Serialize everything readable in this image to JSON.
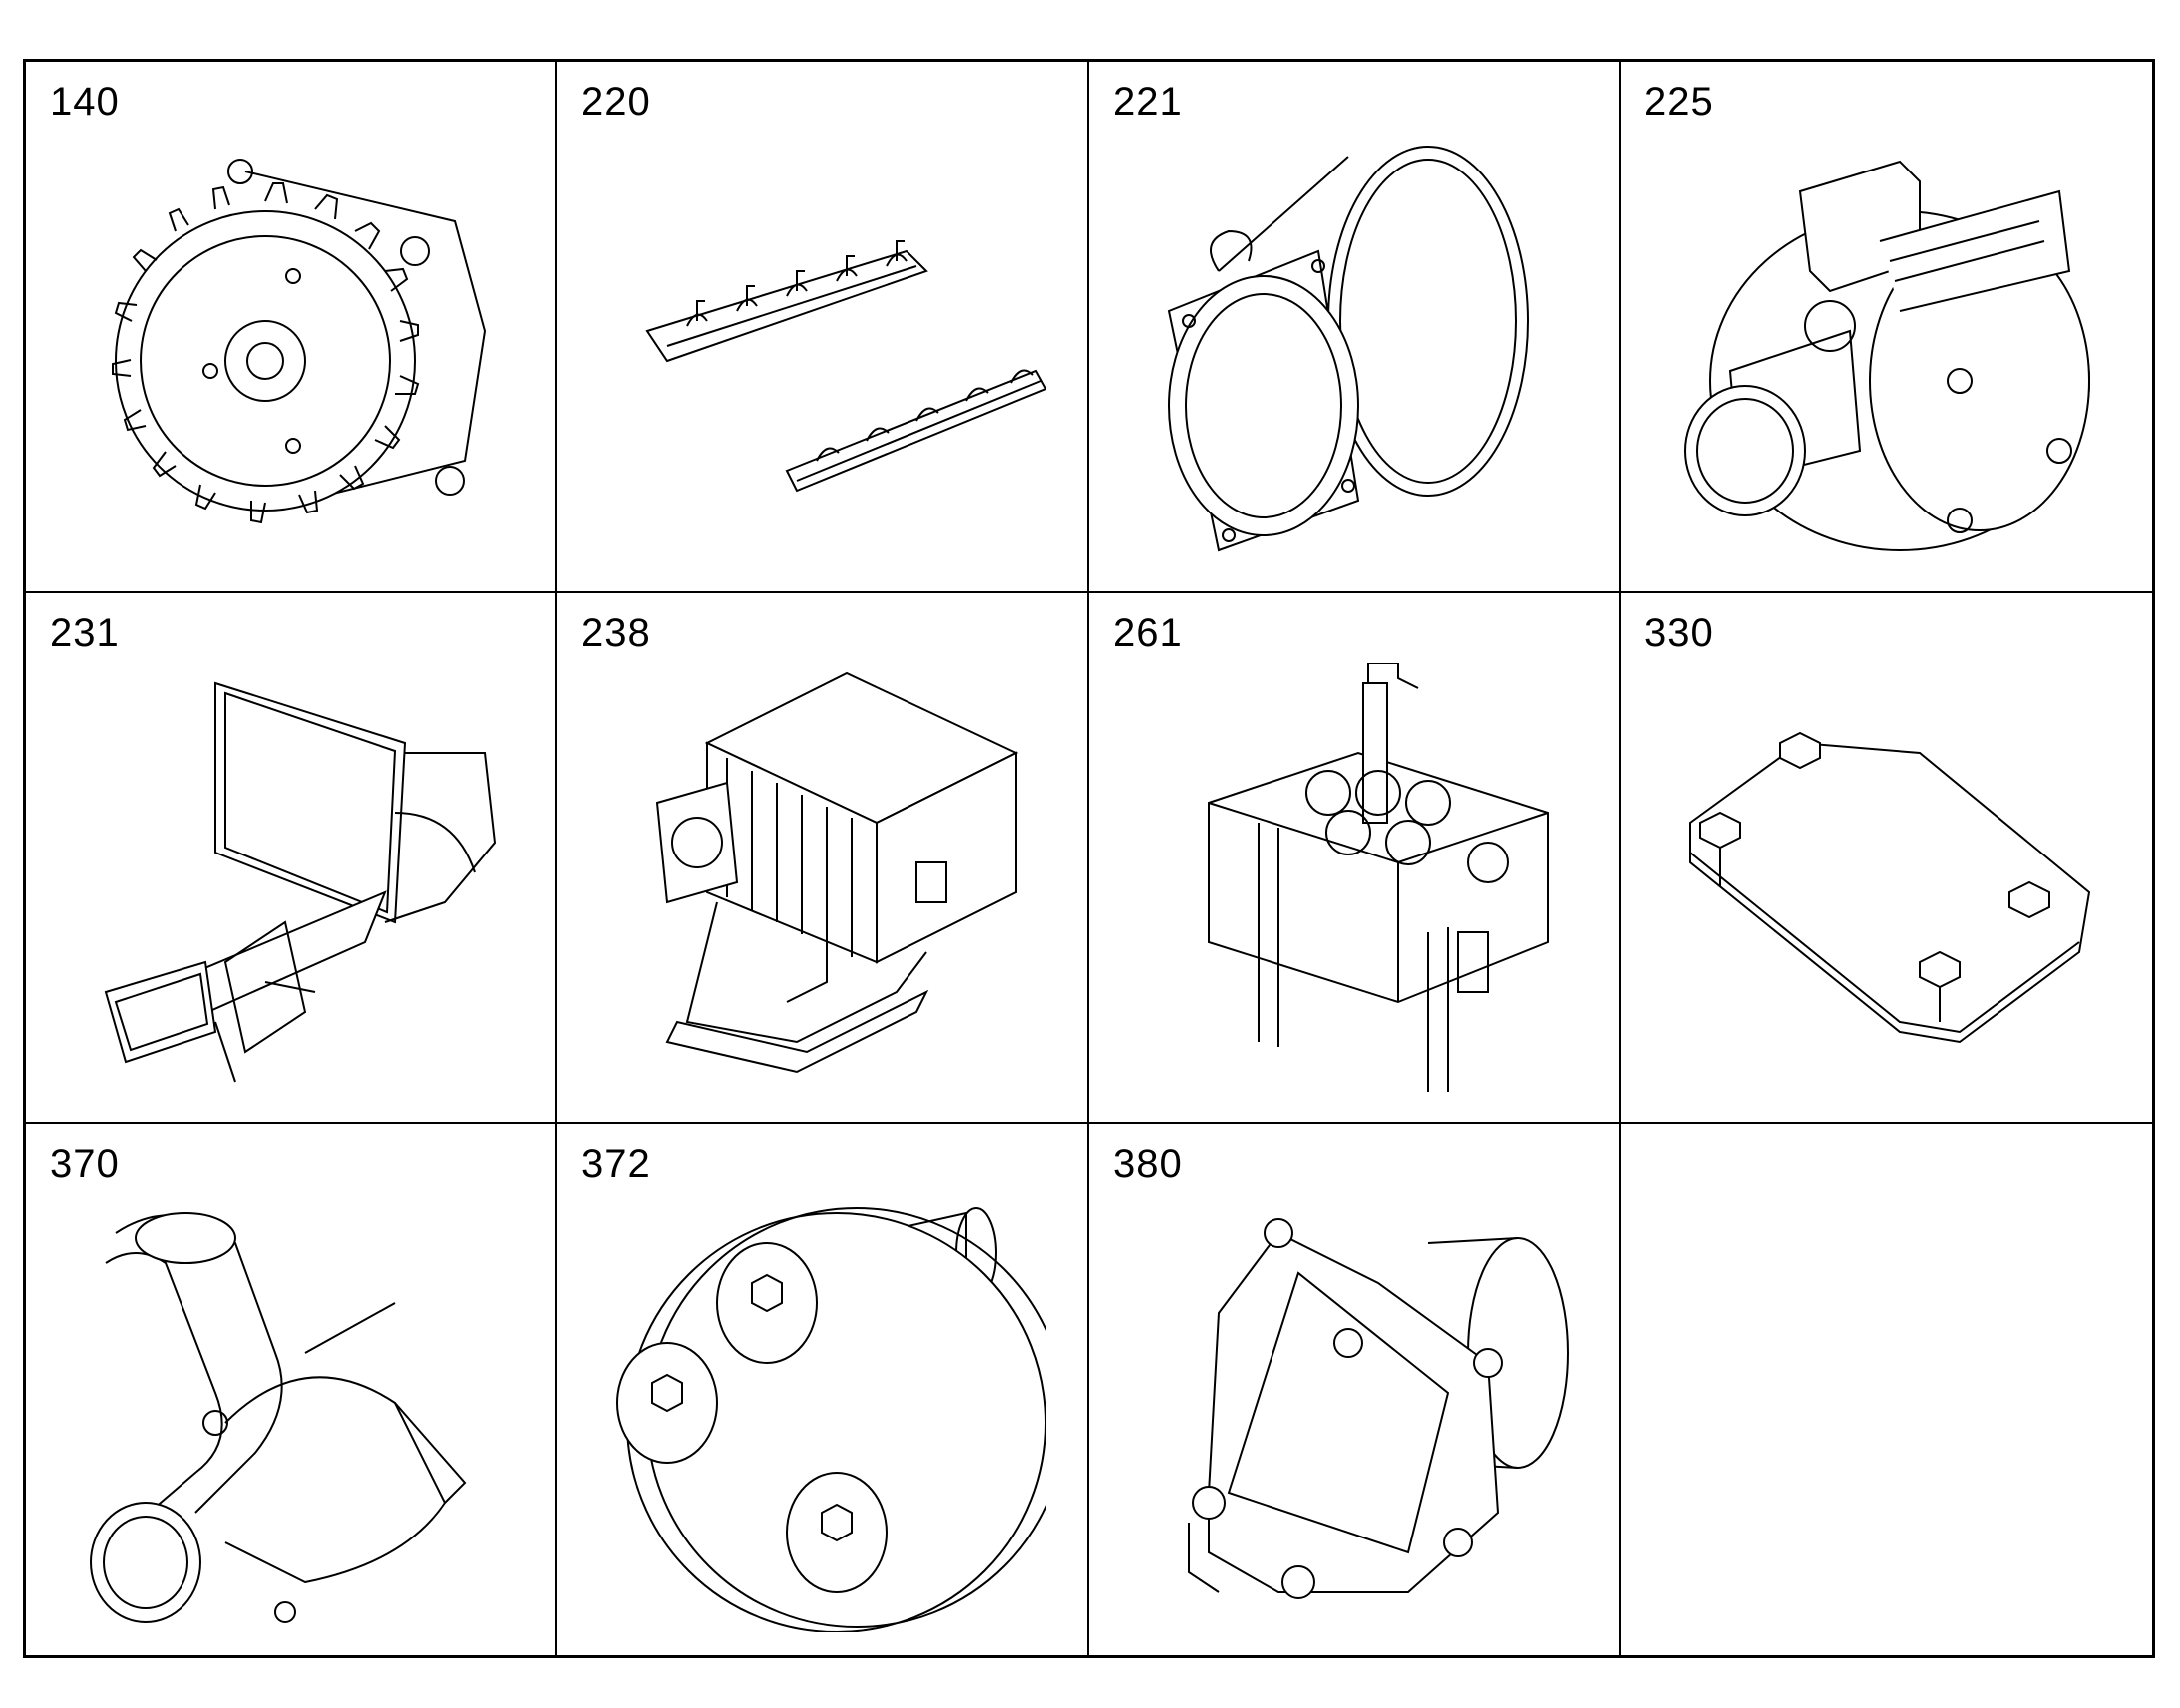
{
  "cells": [
    {
      "number": "140",
      "icon": "gear-pump-icon"
    },
    {
      "number": "220",
      "icon": "manifold-rails-icon"
    },
    {
      "number": "221",
      "icon": "cone-housing-icon"
    },
    {
      "number": "225",
      "icon": "valve-actuator-icon"
    },
    {
      "number": "231",
      "icon": "intake-duct-assembly-icon"
    },
    {
      "number": "238",
      "icon": "charge-air-cooler-icon"
    },
    {
      "number": "261",
      "icon": "cylinder-head-icon"
    },
    {
      "number": "330",
      "icon": "cover-plate-icon"
    },
    {
      "number": "370",
      "icon": "elbow-pipe-icon"
    },
    {
      "number": "372",
      "icon": "flange-bolts-icon"
    },
    {
      "number": "380",
      "icon": "pump-housing-icon"
    },
    {
      "number": "",
      "icon": ""
    }
  ]
}
